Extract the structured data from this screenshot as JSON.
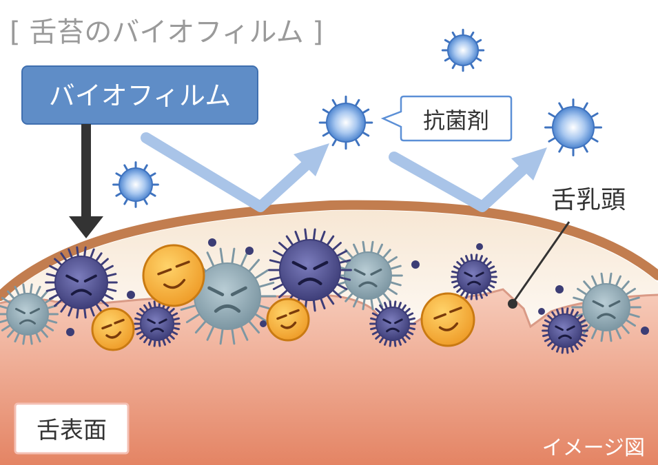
{
  "title": "[ 舌苔のバイオフィルム ]",
  "labels": {
    "biofilm": "バイオフィルム",
    "antibacterial": "抗菌剤",
    "papilla": "舌乳頭",
    "tongue_surface": "舌表面",
    "image_note": "イメージ図"
  },
  "colors": {
    "tongue_top": "#f6c7b6",
    "tongue_bottom": "#e5896a",
    "biofilm_band": "#fbf0e4",
    "outline": "#c07b4e",
    "biofilm_box": "#5f8dc7",
    "arrow": "#a8c3e6",
    "agent": "#5b8fd6",
    "bacteria_purple": "#5a5b9a",
    "bacteria_gray": "#8fa8b4",
    "bacteria_orange": "#f2a93a"
  }
}
